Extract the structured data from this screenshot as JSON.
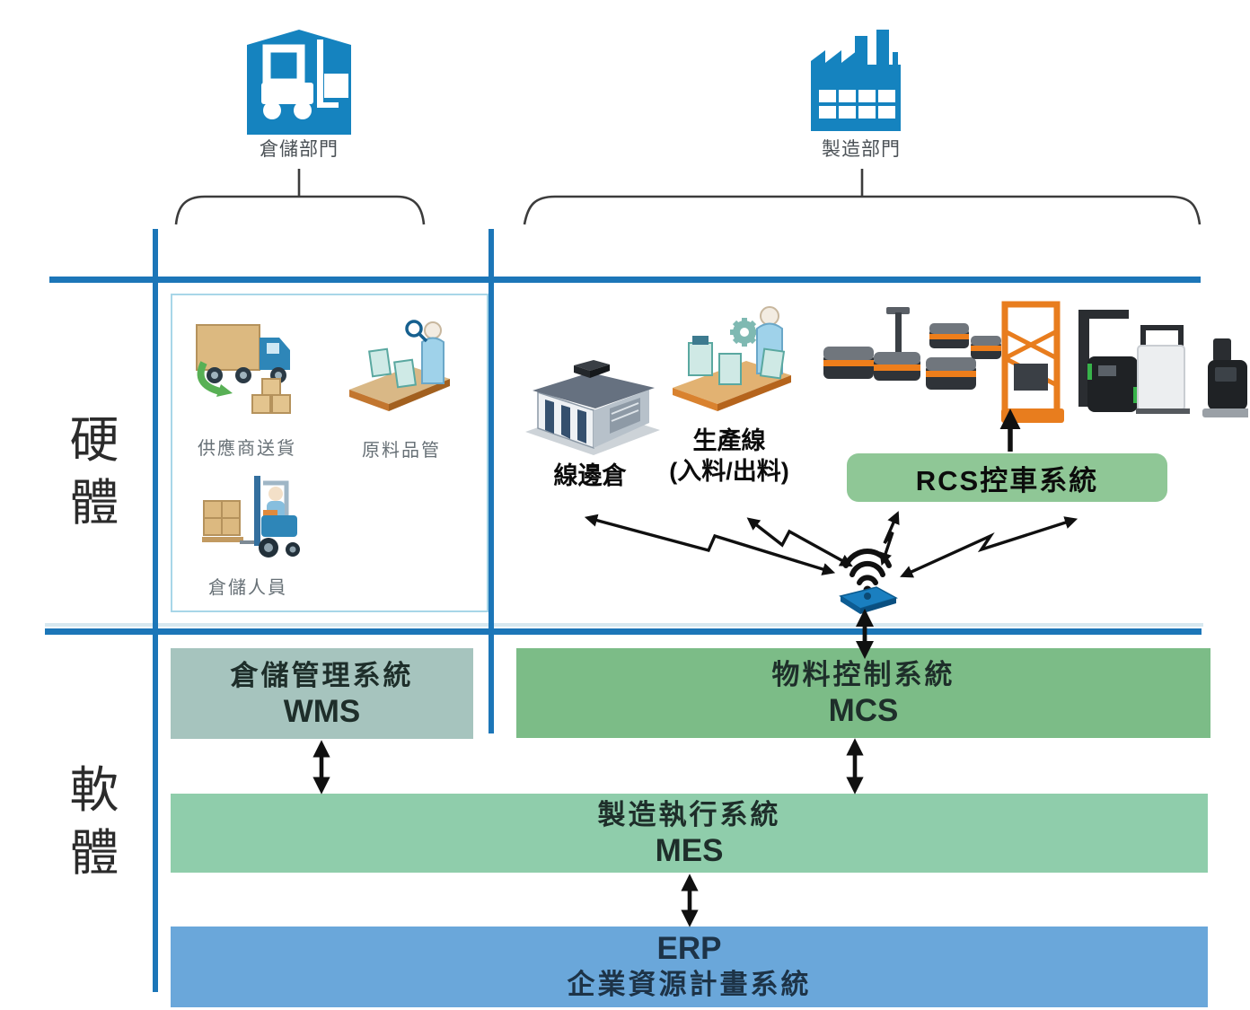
{
  "departments": {
    "warehouse": {
      "label": "倉儲部門"
    },
    "manufacturing": {
      "label": "製造部門"
    }
  },
  "sections": {
    "hardware": "硬體",
    "software": "軟體"
  },
  "hardware": {
    "supplier_delivery": "供應商送貨",
    "material_qc": "原料品管",
    "warehouse_staff": "倉儲人員",
    "lineside_warehouse": "線邊倉",
    "production_line": "生產線",
    "production_line_sub": "(入料/出料)",
    "rcs_label": "RCS控車系統"
  },
  "software": {
    "wms": {
      "name": "倉儲管理系統",
      "abbr": "WMS"
    },
    "mcs": {
      "name": "物料控制系統",
      "abbr": "MCS"
    },
    "mes": {
      "name": "製造執行系統",
      "abbr": "MES"
    },
    "erp": {
      "abbr": "ERP",
      "name": "企業資源計畫系統"
    }
  },
  "colors": {
    "structure_blue": "#1c76b8",
    "dept_icon_blue": "#1583bf",
    "wms_box": "#a6c4be",
    "mcs_box": "#7cbc87",
    "mes_box": "#8fcdab",
    "erp_box": "#6aa7da",
    "rcs_box": "#8fc796",
    "robot_orange": "#e87d1e"
  }
}
